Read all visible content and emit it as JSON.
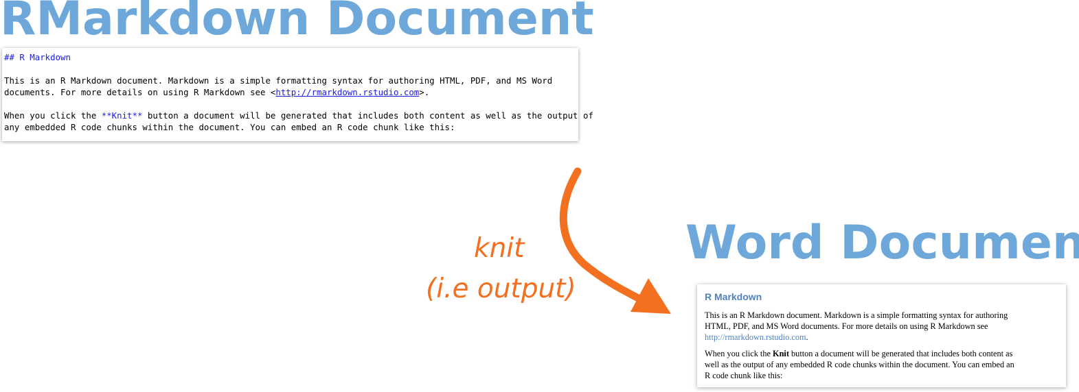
{
  "rmd_title": "RMarkdown Document",
  "word_title": "Word Document",
  "knit_label": {
    "word": "knit",
    "sub": "(i.e output)"
  },
  "source": {
    "heading": "## R Markdown",
    "para1": {
      "line1": "This is an R Markdown document. Markdown is a simple formatting syntax for authoring HTML, PDF, and MS Word",
      "line2_prefix": "documents. For more details on using R Markdown see <",
      "line2_link": "http://rmarkdown.rstudio.com",
      "line2_suffix": ">."
    },
    "para2": {
      "line1_prefix": "When you click the ",
      "line1_bold": "**Knit**",
      "line1_suffix": " button a document will be generated that includes both content as well as the output of",
      "line2": "any embedded R code chunks within the document. You can embed an R code chunk like this:"
    }
  },
  "word": {
    "heading": "R Markdown",
    "para1": {
      "line1": "This is an R Markdown document. Markdown is a simple formatting syntax for authoring",
      "line2": "HTML, PDF, and MS Word documents. For more details on using R Markdown see",
      "link": "http://rmarkdown.rstudio.com",
      "link_suffix": "."
    },
    "para2": {
      "line1_prefix": "When you click the ",
      "line1_bold": "Knit",
      "line1_suffix": " button a document will be generated that includes both content as",
      "line2": "well as the output of any embedded R code chunks within the document. You can embed an",
      "line3": "R code chunk like this:"
    }
  },
  "colors": {
    "title": "#6ea8db",
    "arrow": "#f37021",
    "markdown_syntax": "#1b1ce0",
    "word_heading": "#4f81bd"
  }
}
